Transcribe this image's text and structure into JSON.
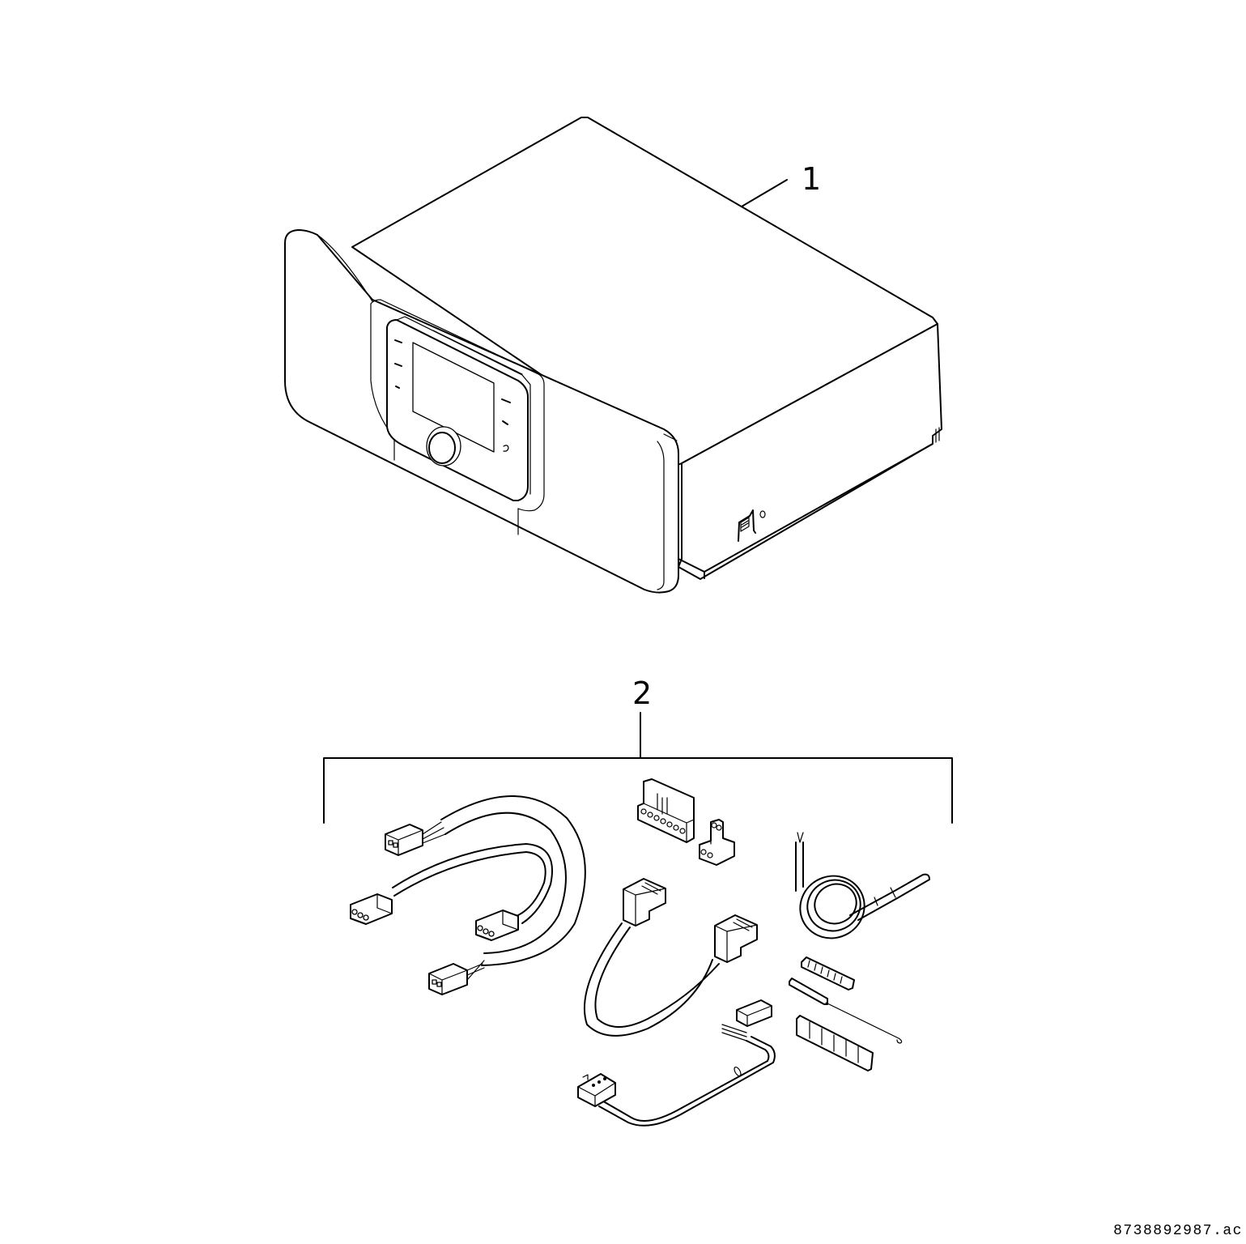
{
  "diagram": {
    "type": "exploded-parts-illustration",
    "style": "black line art on white",
    "callouts": [
      {
        "number": "1",
        "label_text": "1",
        "refers_to": "control unit with display module"
      },
      {
        "number": "2",
        "label_text": "2",
        "refers_to": "accessory kit (bracketed group)"
      }
    ],
    "items": {
      "item1": {
        "callout": "1",
        "components": [
          "housing",
          "front cover",
          "display module",
          "screen",
          "rotary knob",
          "left buttons x3",
          "right buttons x3",
          "side connector port",
          "screw"
        ]
      },
      "item2": {
        "callout": "2",
        "components": [
          "cable with 6-pin connectors (long loop)",
          "cable with 3-pin connectors (short loop)",
          "multi-pin terminal block connector",
          "2-pin terminal block connector",
          "cable with two modular plugs",
          "temperature sensor with coiled cable",
          "strain relief strip",
          "sensor pocket spring / hook wire",
          "contact strip / bracket",
          "cable with flat plug and switch-type connector"
        ]
      }
    },
    "document_id": "8738892987.ac"
  }
}
